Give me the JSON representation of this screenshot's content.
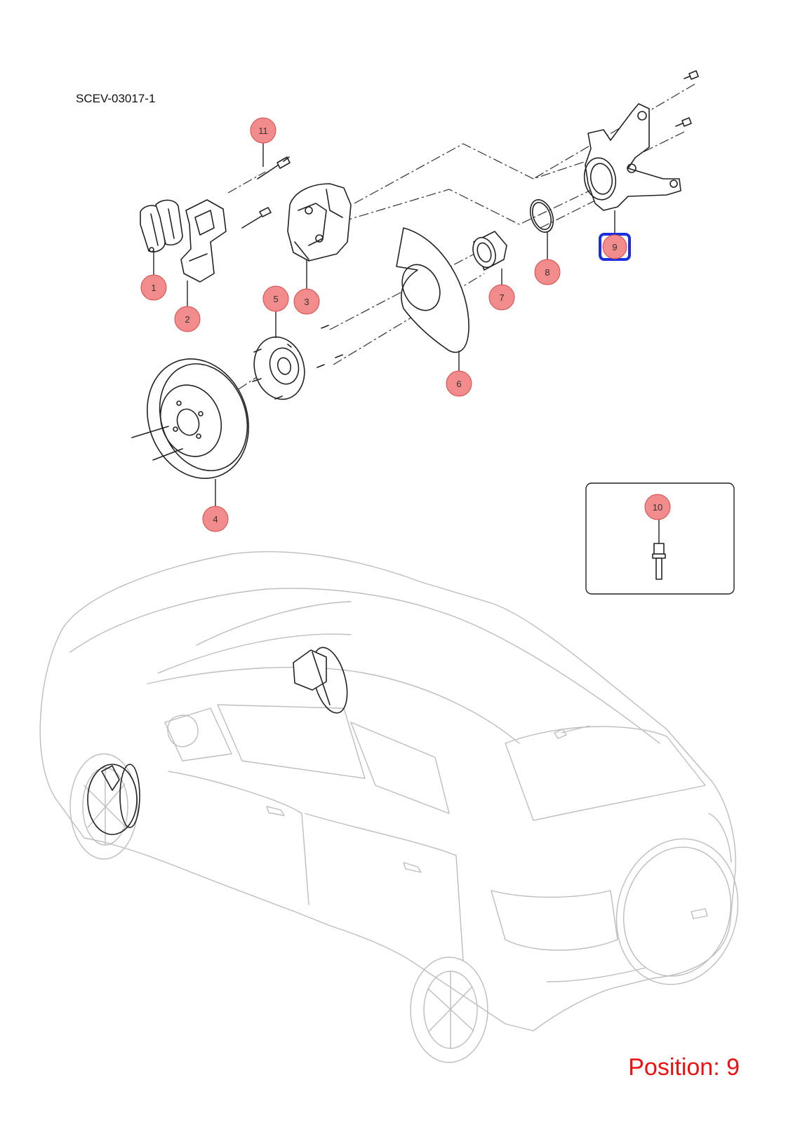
{
  "diagram_code": "SCEV-03017-1",
  "position_label": "Position: 9",
  "selected_position": "9",
  "colors": {
    "callout_fill": "#f28b8b",
    "callout_stroke": "#d84a4a",
    "highlight": "#1a2fe0",
    "position_text": "#ee1111"
  },
  "callouts": [
    {
      "id": "1",
      "label": "1"
    },
    {
      "id": "2",
      "label": "2"
    },
    {
      "id": "3",
      "label": "3"
    },
    {
      "id": "4",
      "label": "4"
    },
    {
      "id": "5",
      "label": "5"
    },
    {
      "id": "6",
      "label": "6"
    },
    {
      "id": "7",
      "label": "7"
    },
    {
      "id": "8",
      "label": "8"
    },
    {
      "id": "9",
      "label": "9"
    },
    {
      "id": "10",
      "label": "10"
    },
    {
      "id": "11",
      "label": "11"
    }
  ]
}
